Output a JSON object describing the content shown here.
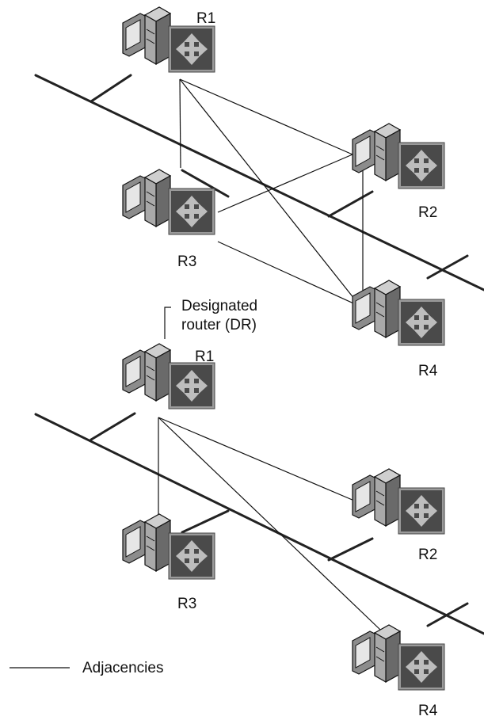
{
  "diagram": {
    "top": {
      "routers": [
        {
          "id": "R1",
          "label": "R1"
        },
        {
          "id": "R2",
          "label": "R2"
        },
        {
          "id": "R3",
          "label": "R3"
        },
        {
          "id": "R4",
          "label": "R4"
        }
      ]
    },
    "bottom": {
      "callout": [
        "Designated",
        "router (DR)"
      ],
      "routers": [
        {
          "id": "R1",
          "label": "R1"
        },
        {
          "id": "R2",
          "label": "R2"
        },
        {
          "id": "R3",
          "label": "R3"
        },
        {
          "id": "R4",
          "label": "R4"
        }
      ]
    },
    "legend": {
      "label": "Adjacencies"
    }
  }
}
